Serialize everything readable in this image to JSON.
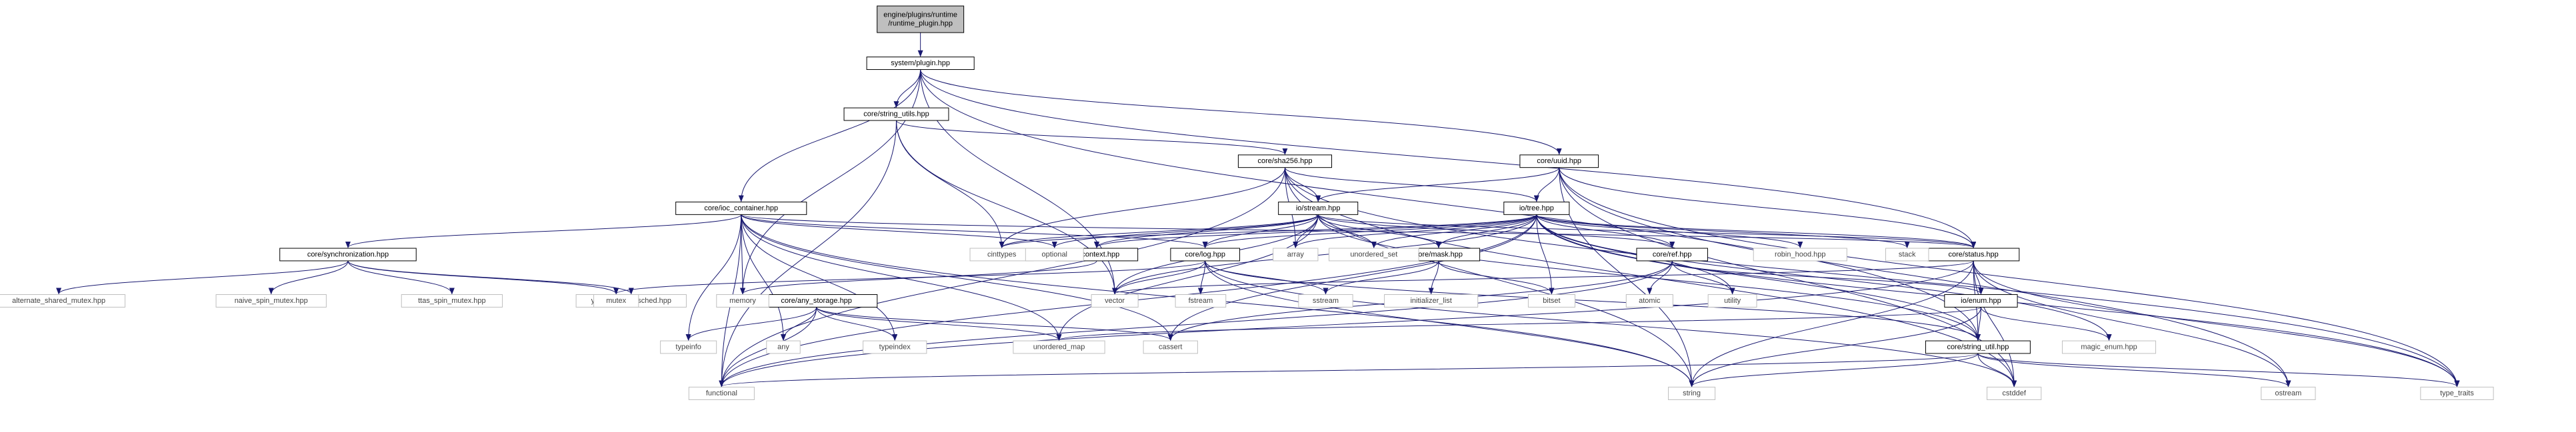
{
  "colors": {
    "edge": "#191970",
    "root_fill": "#bfbfbf",
    "node_border": "#000000",
    "ext_border": "#bfbfbf",
    "fill": "#ffffff"
  },
  "nodes": {
    "root": "engine/plugins/runtime\n/runtime_plugin.hpp",
    "plugin": "system/plugin.hpp",
    "string_utils": "core/string_utils.hpp",
    "sha256": "core/sha256.hpp",
    "uuid": "core/uuid.hpp",
    "ioc": "core/ioc_container.hpp",
    "sync": "core/synchronization.hpp",
    "stream": "io/stream.hpp",
    "tree": "io/tree.hpp",
    "context": "io/context.hpp",
    "log": "core/log.hpp",
    "mask": "core/mask.hpp",
    "ref": "core/ref.hpp",
    "status": "core/status.hpp",
    "enum": "io/enum.hpp",
    "any_storage": "core/any_storage.hpp",
    "string_util": "core/string_util.hpp",
    "alt_mutex": "alternate_shared_mutex.hpp",
    "naive_mutex": "naive_spin_mutex.hpp",
    "ttas_mutex": "ttas_spin_mutex.hpp",
    "yamc": "yamc_rwlock_sched.hpp",
    "mutex": "mutex",
    "memory": "memory",
    "cinttypes": "cinttypes",
    "optional": "optional",
    "array": "array",
    "unordered_set": "unordered_set",
    "vector": "vector",
    "fstream": "fstream",
    "sstream": "sstream",
    "initializer_list": "initializer_list",
    "bitset": "bitset",
    "robin_hood": "robin_hood.hpp",
    "stack": "stack",
    "atomic": "atomic",
    "utility": "utility",
    "magic_enum": "magic_enum.hpp",
    "typeinfo": "typeinfo",
    "any": "any",
    "typeindex": "typeindex",
    "unordered_map": "unordered_map",
    "cassert": "cassert",
    "functional": "functional",
    "string": "string",
    "cstddef": "cstddef",
    "ostream": "ostream",
    "type_traits": "type_traits"
  }
}
